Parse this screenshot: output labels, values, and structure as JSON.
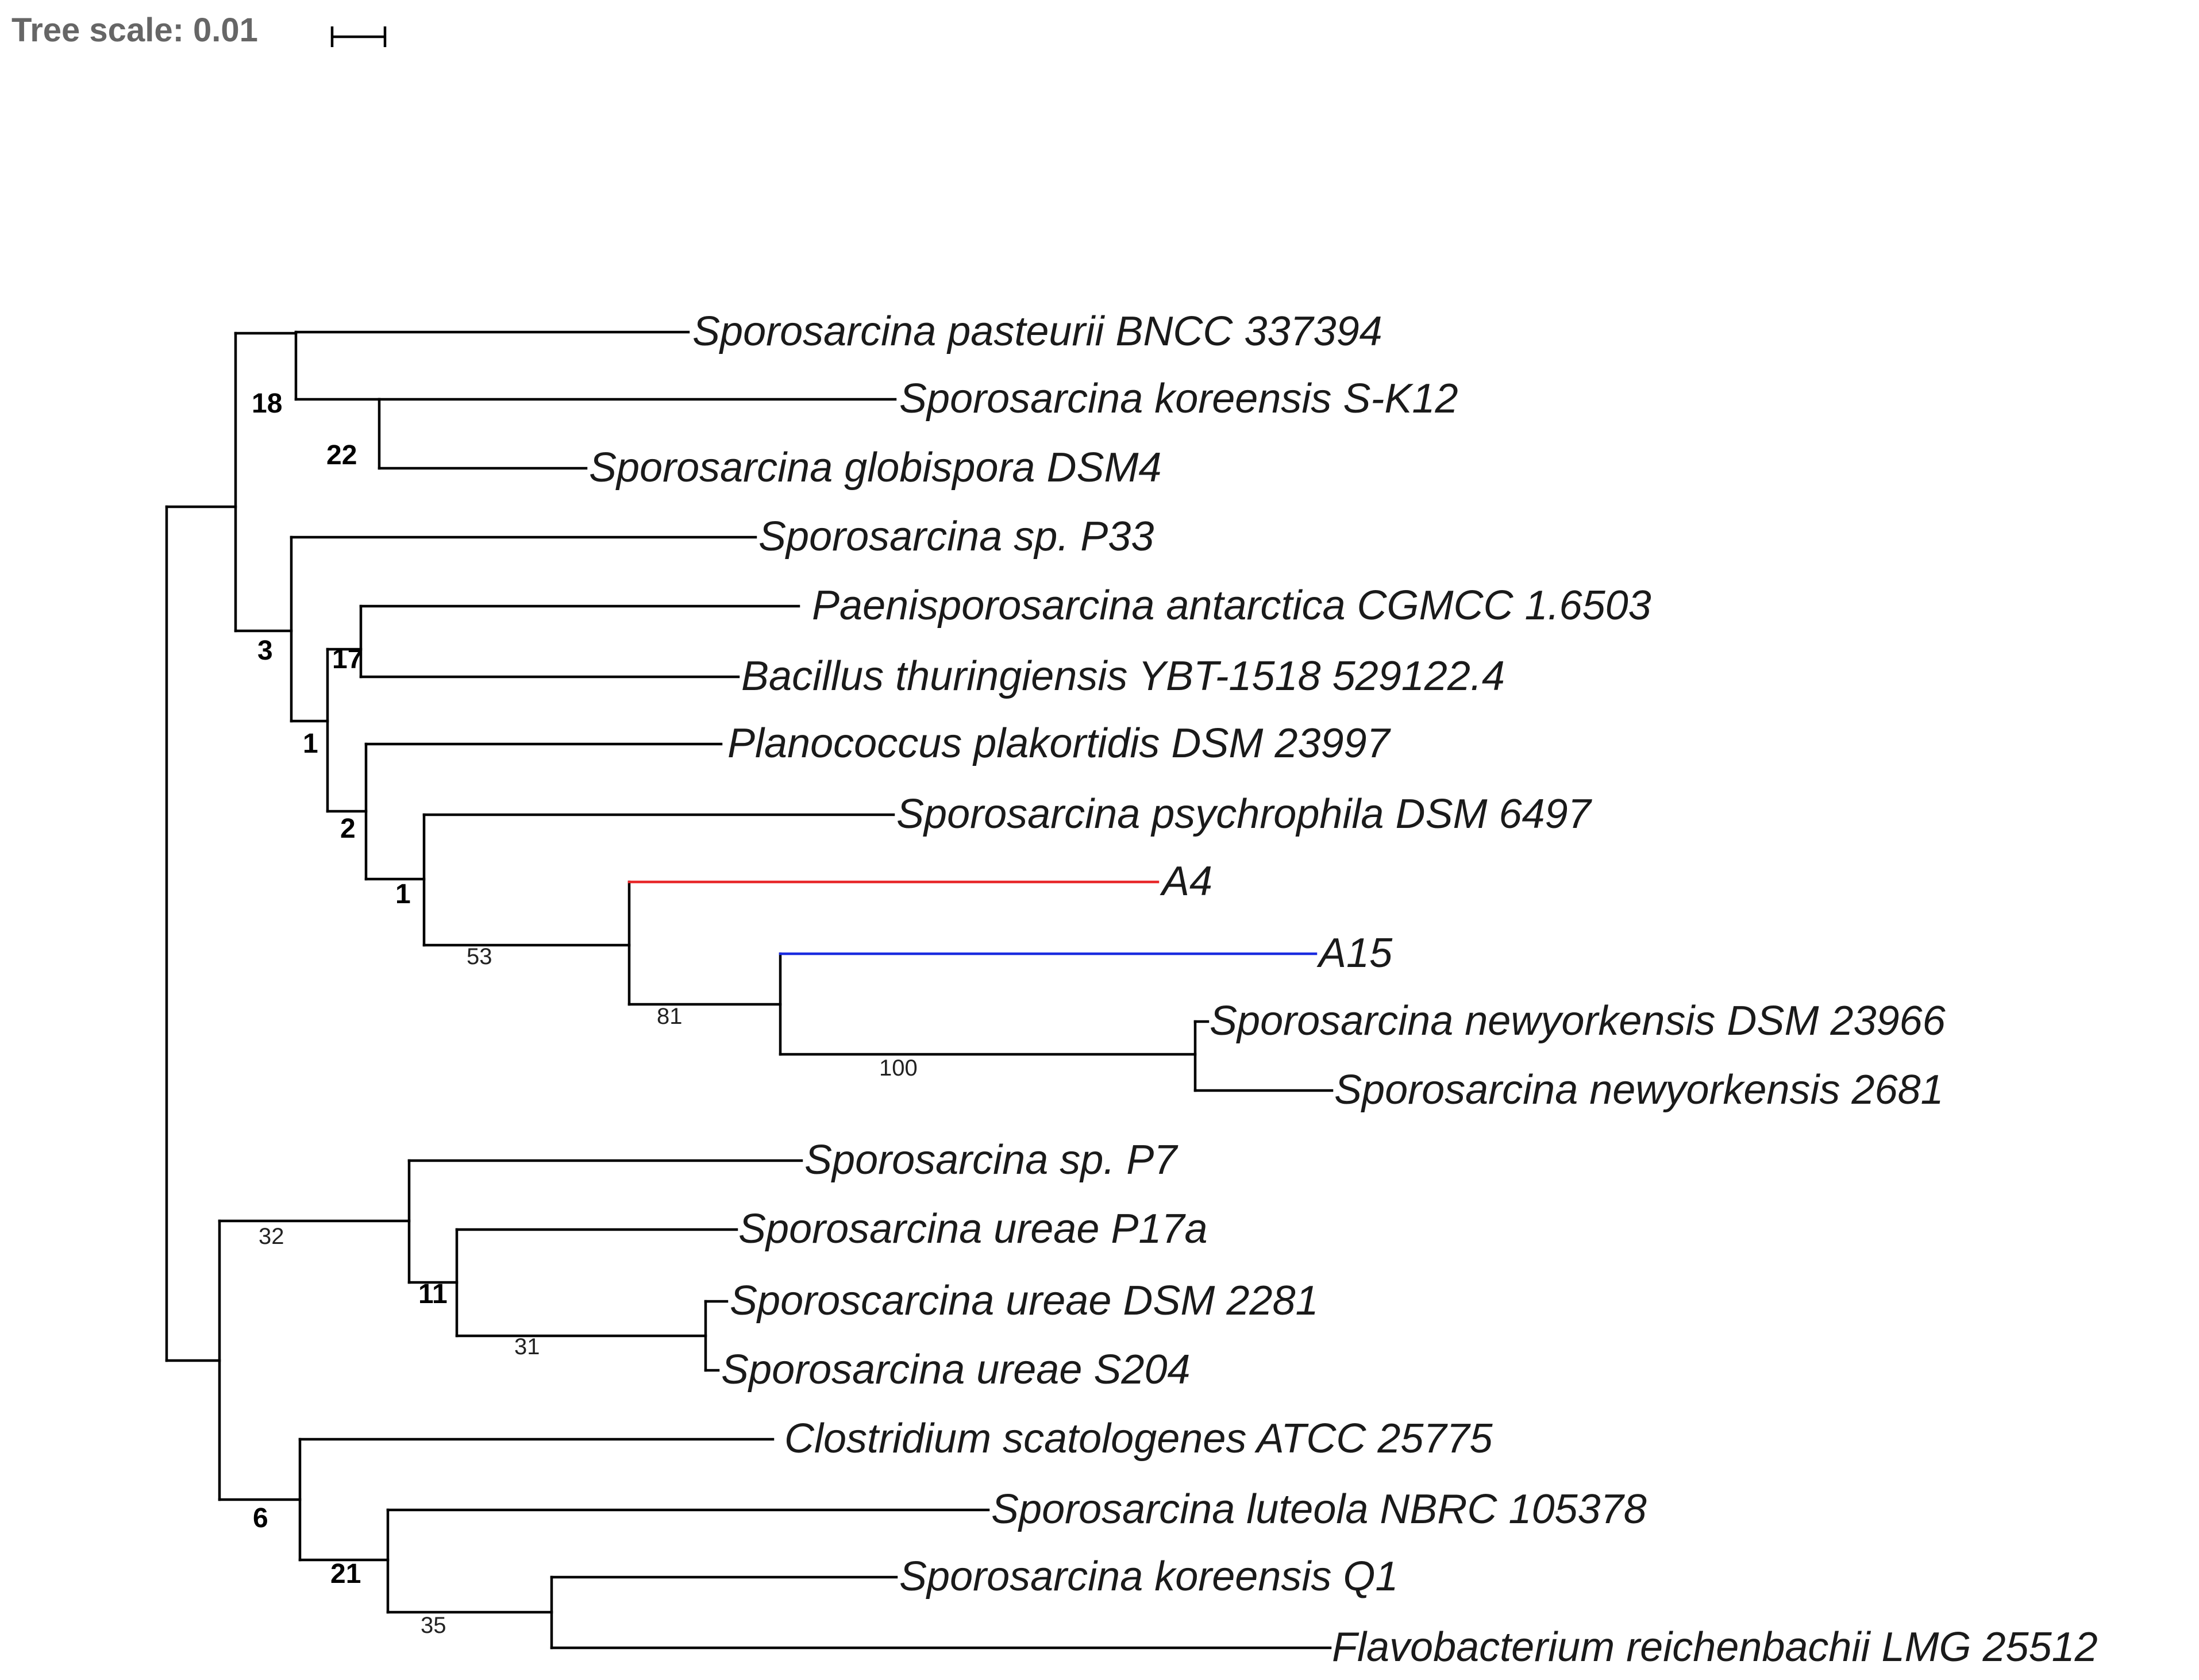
{
  "tree_scale": {
    "label": "Tree scale: 0.01"
  },
  "colors": {
    "branch": "#000000",
    "A4": "#e8282a",
    "A15": "#1a2be0"
  },
  "taxa": {
    "pasteurii": "Sporosarcina pasteurii BNCC 337394",
    "koreensis_sk12": "Sporosarcina koreensis S-K12",
    "globispora": "Sporosarcina globispora DSM4",
    "sp_p33": "Sporosarcina sp. P33",
    "antarctica": "Paenisporosarcina antarctica CGMCC 1.6503",
    "thuringiensis": "Bacillus thuringiensis YBT-1518 529122.4",
    "plakortidis": "Planococcus plakortidis DSM 23997",
    "psychrophila": "Sporosarcina psychrophila DSM 6497",
    "a4": "A4",
    "a15": "A15",
    "newyorkensis_dsm": "Sporosarcina newyorkensis DSM 23966",
    "newyorkensis_2681": "Sporosarcina newyorkensis 2681",
    "sp_p7": "Sporosarcina sp. P7",
    "ureae_p17a": "Sporosarcina ureae P17a",
    "ureae_dsm2281": "Sporoscarcina ureae DSM 2281",
    "ureae_s204": "Sporosarcina ureae S204",
    "scatologenes": "Clostridium scatologenes ATCC 25775",
    "luteola": "Sporosarcina luteola NBRC 105378",
    "koreensis_q1": "Sporosarcina koreensis Q1",
    "reichenbachii": "Flavobacterium reichenbachii LMG 25512"
  },
  "bootstrap": {
    "b18": "18",
    "b22": "22",
    "b3": "3",
    "b17": "17",
    "b1a": "1",
    "b2": "2",
    "b1b": "1",
    "b53": "53",
    "b81": "81",
    "b100": "100",
    "b32": "32",
    "b11": "11",
    "b31": "31",
    "b6": "6",
    "b21": "21",
    "b35": "35"
  }
}
